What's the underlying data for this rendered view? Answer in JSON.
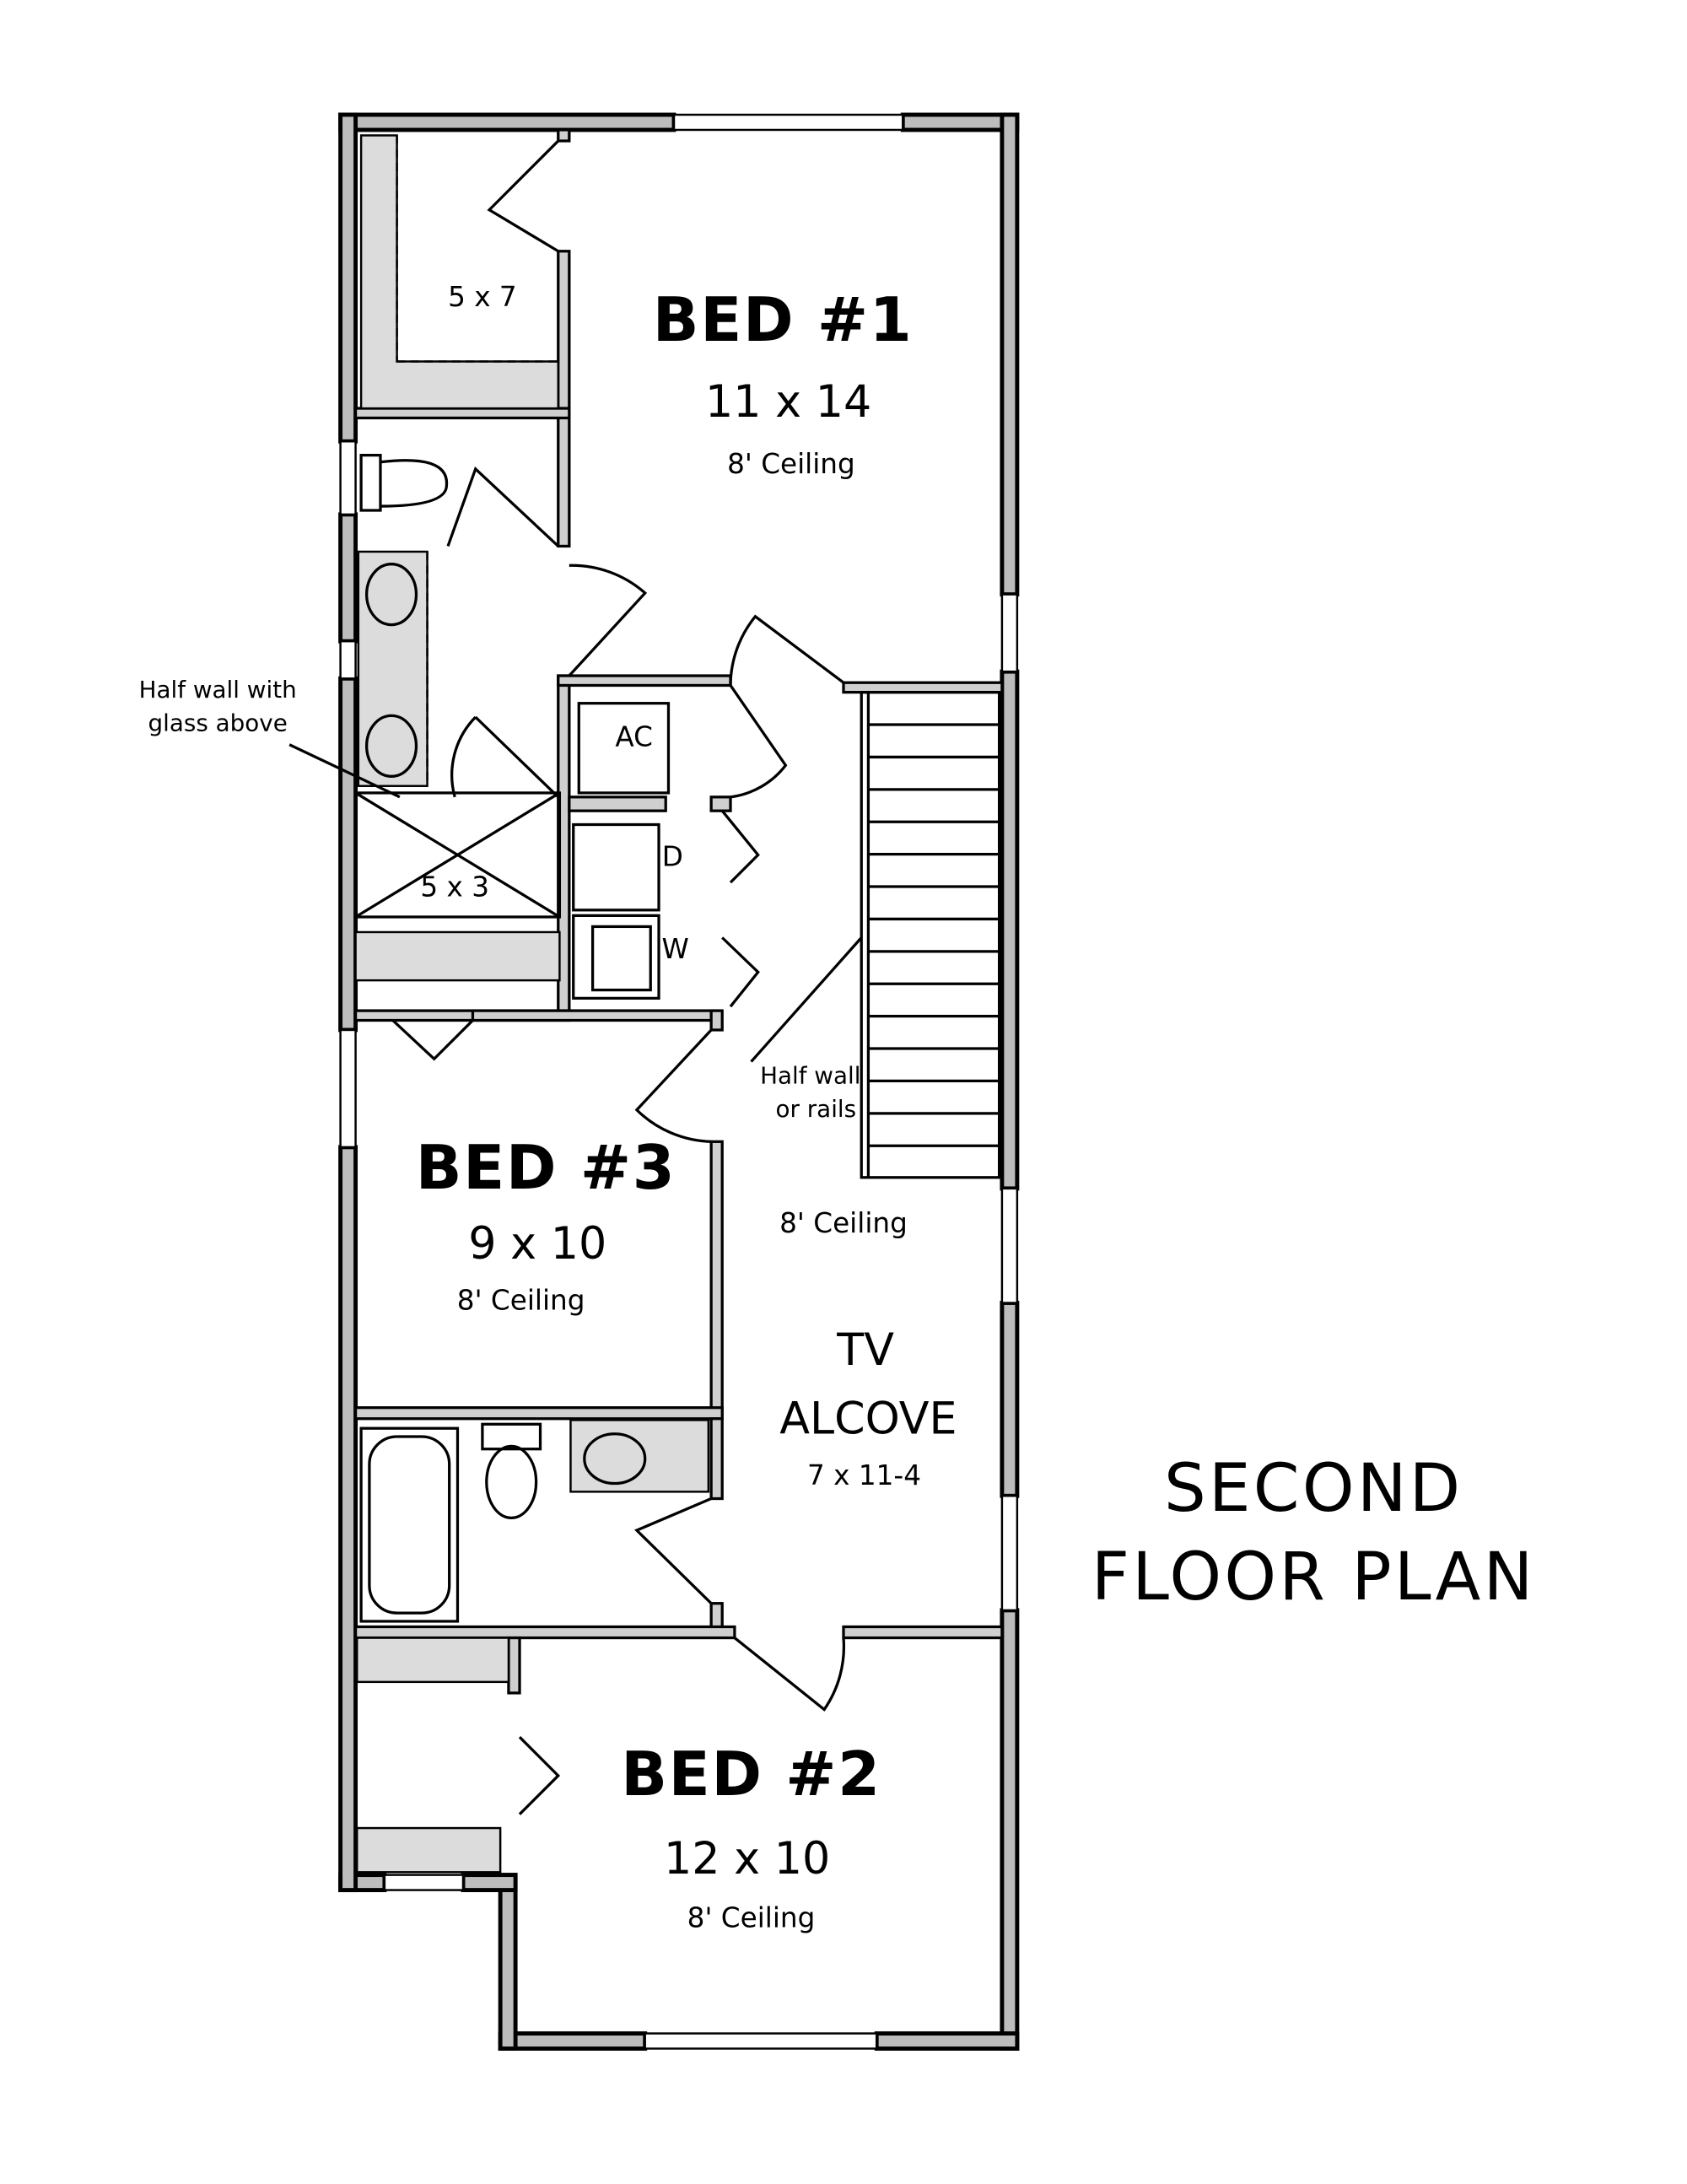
{
  "rooms": {
    "bed1": {
      "name": "BED #1",
      "size": "11 x 14",
      "ceiling": "8' Ceiling"
    },
    "closet1": {
      "size": "5 x 7"
    },
    "shower": {
      "size": "5 x 3"
    },
    "ac": {
      "label": "AC"
    },
    "dryer": {
      "label": "D"
    },
    "washer": {
      "label": "W"
    },
    "bed3": {
      "name": "BED #3",
      "size": "9 x 10",
      "ceiling": "8' Ceiling"
    },
    "hall": {
      "ceiling": "8' Ceiling"
    },
    "tv_alcove": {
      "name_line1": "TV",
      "name_line2": "ALCOVE",
      "size": "7 x 11-4"
    },
    "bed2": {
      "name": "BED #2",
      "size": "12 x 10",
      "ceiling": "8' Ceiling"
    }
  },
  "notes": {
    "half_wall_glass": {
      "line1": "Half wall with",
      "line2": "glass above"
    },
    "half_wall_rails": {
      "line1": "Half wall",
      "line2": "or rails"
    }
  },
  "title": {
    "line1": "SECOND",
    "line2": "FLOOR PLAN"
  }
}
